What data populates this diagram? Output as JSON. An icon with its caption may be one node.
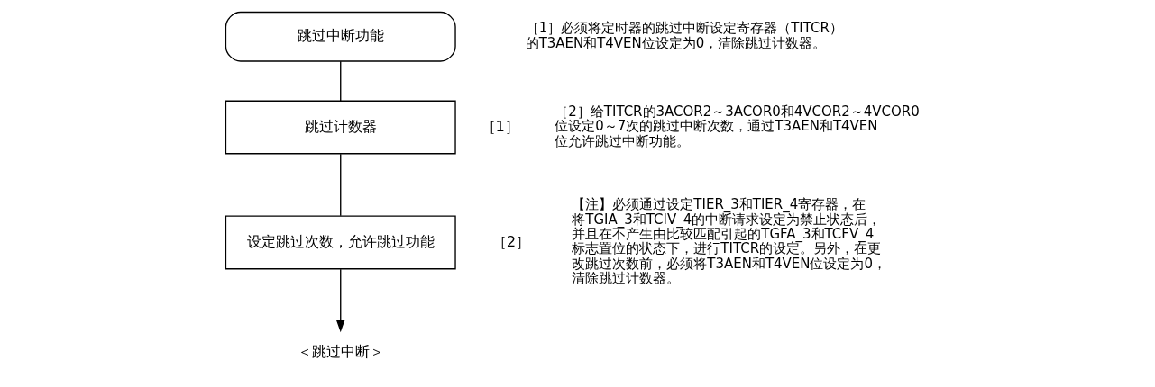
{
  "diagram": {
    "nodes": [
      {
        "text": [
          "跳过中断功能"
        ]
      },
      {
        "text": [
          "跳过计数器"
        ],
        "beside": [
          "［1］"
        ]
      },
      {
        "text": [
          "设定跳过次数，允许跳过功能"
        ],
        "beside": [
          "［2］"
        ]
      },
      {
        "text": [
          "＜跳过中断＞"
        ]
      }
    ],
    "edges": [
      {
        "from": 0,
        "to": 1,
        "arrow": "none"
      },
      {
        "from": 1,
        "to": 2,
        "arrow": "none"
      },
      {
        "from": 2,
        "to": 3,
        "arrow": "to"
      }
    ],
    "labels": [
      "［1］必须将定时器的跳过中断设定寄存器（TITCR）的T3AEN和T4VEN位设定为0，清除跳过计数器。",
      "［2］给TITCR的3ACOR2～3ACOR0和4VCOR2～4VCOR0位设定0～7次的跳过中断次数，通过T3AEN和T4VEN位允许跳过中断功能。",
      "【注】必须通过设定TIER_3和TIER_4寄存器，在将TGIA_3和TCIV_4的中断请求设定为禁止状态后，并且在不产生由比较匹配引起的TGFA_3和TCFV_4标志置位的状态下，进行TITCR的设定。另外，在更改跳过次数前，必须将T3AEN和T4VEN位设定为0，清除跳过计数器。"
    ]
  }
}
